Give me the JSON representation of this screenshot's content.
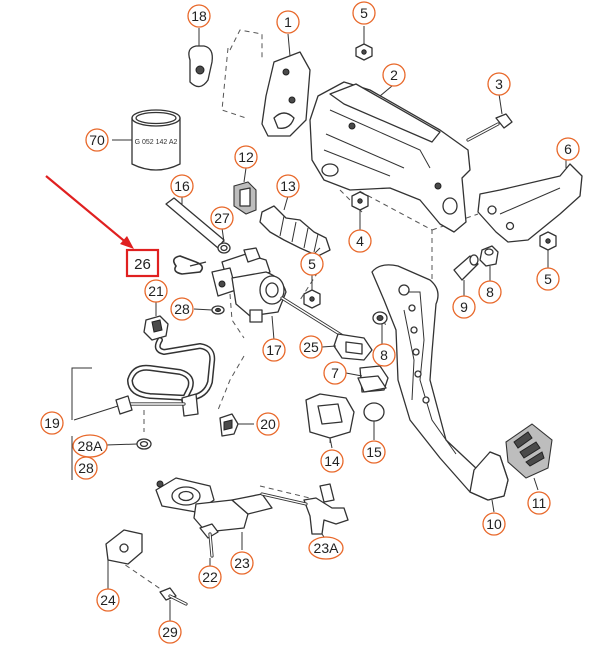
{
  "diagram": {
    "highlight": {
      "label": "26",
      "box_color": "#e02020",
      "arrow_color": "#e02020"
    },
    "accent_color": "#e8682a",
    "sleeve_marking": "G 052 142 A2",
    "callouts": [
      {
        "id": "c18",
        "label": "18"
      },
      {
        "id": "c1",
        "label": "1"
      },
      {
        "id": "c5a",
        "label": "5"
      },
      {
        "id": "c2",
        "label": "2"
      },
      {
        "id": "c3",
        "label": "3"
      },
      {
        "id": "c70",
        "label": "70"
      },
      {
        "id": "c12",
        "label": "12"
      },
      {
        "id": "c6",
        "label": "6"
      },
      {
        "id": "c16",
        "label": "16"
      },
      {
        "id": "c13",
        "label": "13"
      },
      {
        "id": "c27",
        "label": "27"
      },
      {
        "id": "c4",
        "label": "4"
      },
      {
        "id": "c5b",
        "label": "5"
      },
      {
        "id": "c5c",
        "label": "5"
      },
      {
        "id": "c8a",
        "label": "8"
      },
      {
        "id": "c9",
        "label": "9"
      },
      {
        "id": "c21",
        "label": "21"
      },
      {
        "id": "c28a",
        "label": "28"
      },
      {
        "id": "c17",
        "label": "17"
      },
      {
        "id": "c25",
        "label": "25"
      },
      {
        "id": "c8b",
        "label": "8"
      },
      {
        "id": "c7",
        "label": "7"
      },
      {
        "id": "c19",
        "label": "19"
      },
      {
        "id": "c20",
        "label": "20"
      },
      {
        "id": "c28A",
        "label": "28A"
      },
      {
        "id": "c28b",
        "label": "28"
      },
      {
        "id": "c14",
        "label": "14"
      },
      {
        "id": "c15",
        "label": "15"
      },
      {
        "id": "c11",
        "label": "11"
      },
      {
        "id": "c10",
        "label": "10"
      },
      {
        "id": "c23A",
        "label": "23A"
      },
      {
        "id": "c23",
        "label": "23"
      },
      {
        "id": "c22",
        "label": "22"
      },
      {
        "id": "c24",
        "label": "24"
      },
      {
        "id": "c29",
        "label": "29"
      }
    ]
  }
}
